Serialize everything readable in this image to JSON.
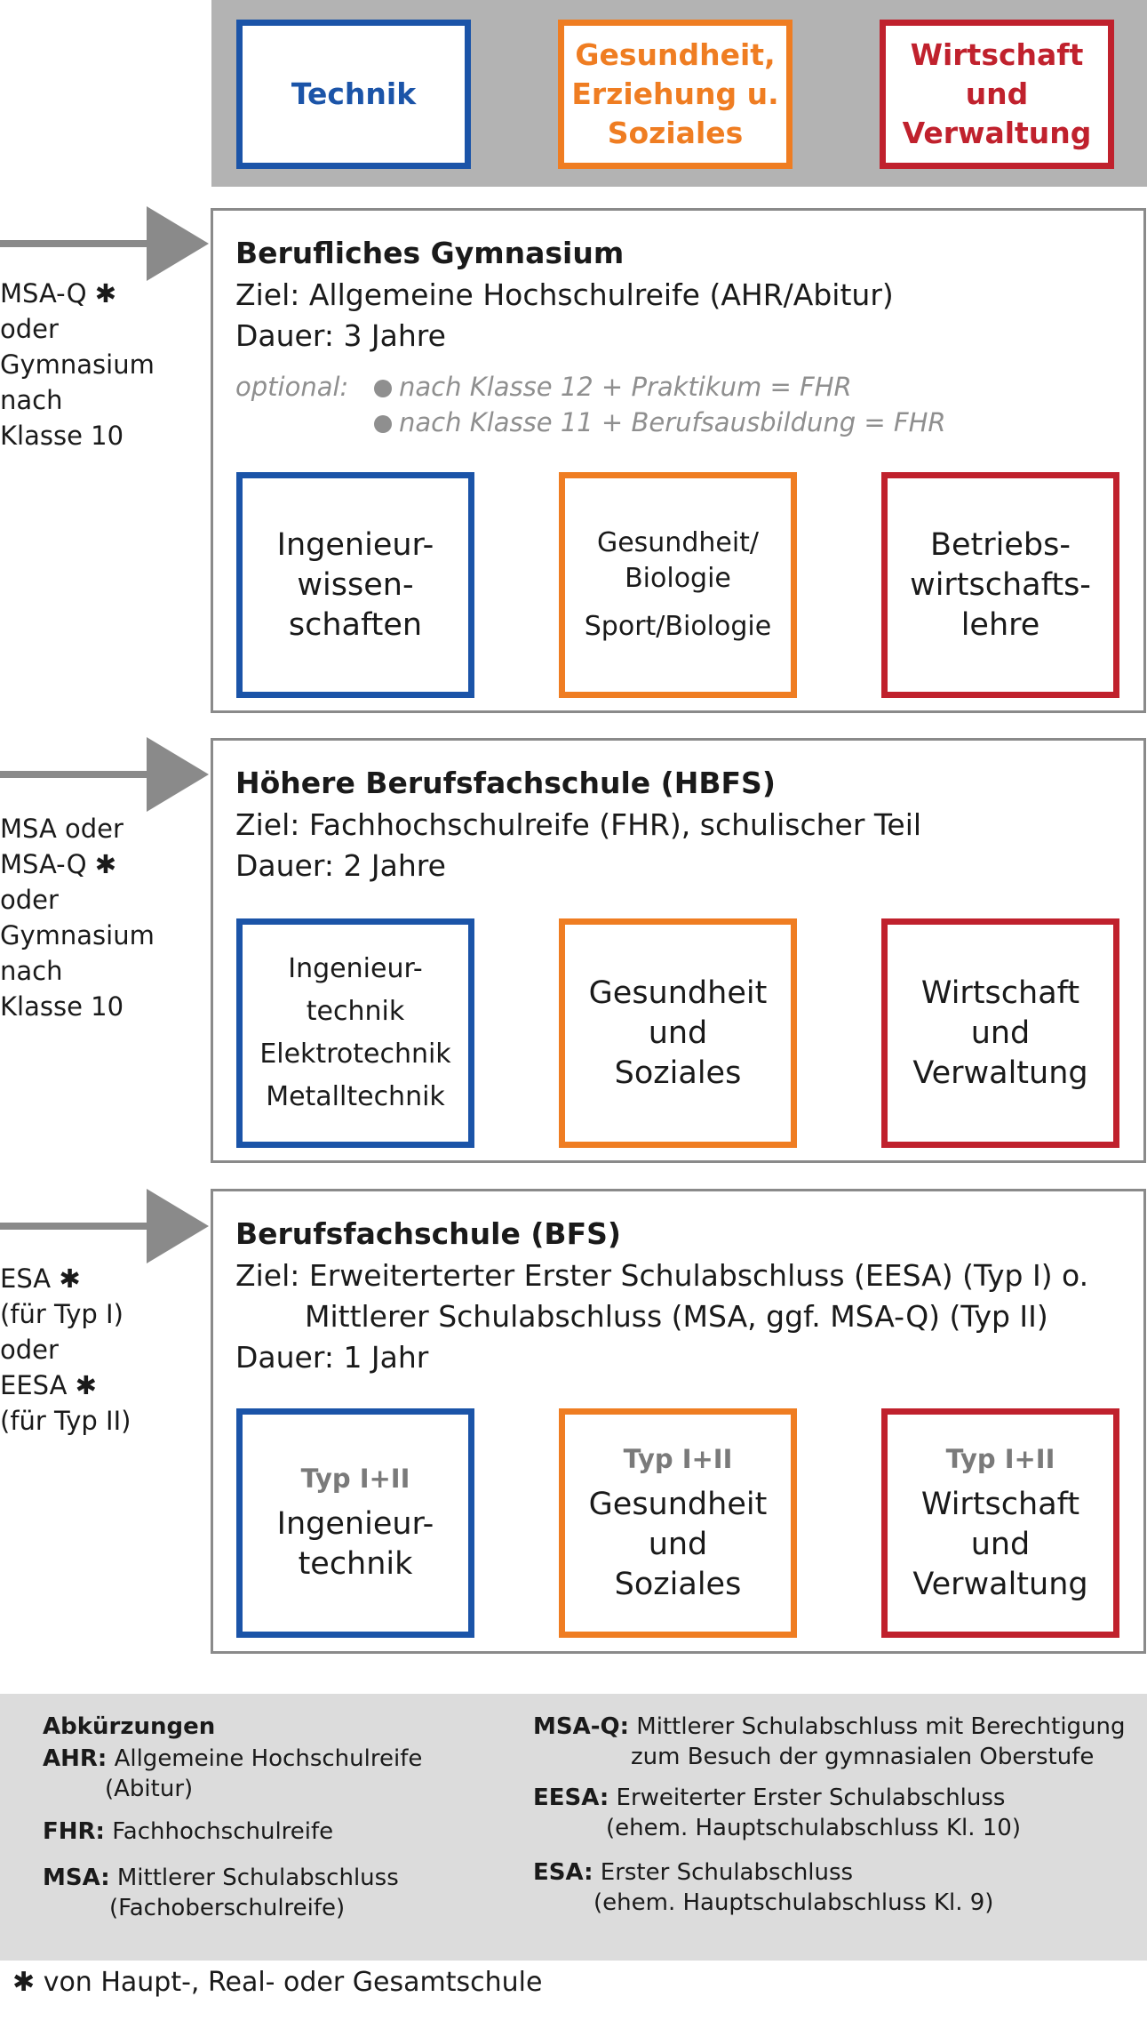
{
  "header": {
    "columns": [
      {
        "label": "Technik",
        "color": "#1b54a8"
      },
      {
        "label": "Gesundheit,\nErziehung u.\nSoziales",
        "color": "#ef7d22"
      },
      {
        "label": "Wirtschaft\nund\nVerwaltung",
        "color": "#c0212d"
      }
    ]
  },
  "sections": [
    {
      "title": "Berufliches Gymnasium",
      "goal": "Ziel: Allgemeine Hochschulreife (AHR/Abitur)",
      "duration": "Dauer: 3 Jahre",
      "optional_label": "optional:",
      "optional_items": [
        "nach Klasse 12 + Praktikum = FHR",
        "nach Klasse 11 + Berufsausbildung = FHR"
      ],
      "entry": "MSA-Q",
      "entry_rest": "oder\nGymnasium\nnach\nKlasse 10",
      "boxes": [
        {
          "text": "Ingenieur-\nwissen-\nschaften"
        },
        {
          "text": "Gesundheit/\nBiologie",
          "text2": "Sport/Biologie"
        },
        {
          "text": "Betriebs-\nwirtschafts-\nlehre"
        }
      ]
    },
    {
      "title": "Höhere Berufsfachschule (HBFS)",
      "goal": "Ziel: Fachhochschulreife (FHR), schulischer Teil",
      "duration": "Dauer: 2 Jahre",
      "entry_line1": "MSA oder",
      "entry": "MSA-Q",
      "entry_rest": "oder\nGymnasium\nnach\nKlasse 10",
      "boxes": [
        {
          "text": "Ingenieur-\ntechnik\nElektrotechnik\nMetalltechnik"
        },
        {
          "text": "Gesundheit\nund\nSoziales"
        },
        {
          "text": "Wirtschaft\nund\nVerwaltung"
        }
      ]
    },
    {
      "title": "Berufsfachschule (BFS)",
      "goal": "Ziel: Erweiterterter Erster Schulabschluss (EESA) (Typ I) o.",
      "goal2": "Mittlerer Schulabschluss (MSA, ggf. MSA-Q) (Typ II)",
      "duration": "Dauer: 1 Jahr",
      "entry_a": "ESA",
      "entry_a2": "(für Typ I)\noder",
      "entry_b": "EESA",
      "entry_b2": "(für Typ II)",
      "boxes": [
        {
          "type": "Typ I+II",
          "text": "Ingenieur-\ntechnik"
        },
        {
          "type": "Typ I+II",
          "text": "Gesundheit\nund\nSoziales"
        },
        {
          "type": "Typ I+II",
          "text": "Wirtschaft\nund\nVerwaltung"
        }
      ]
    }
  ],
  "star": "✱",
  "abbreviations": {
    "heading": "Abkürzungen",
    "left": [
      {
        "key": "AHR:",
        "value": "Allgemeine Hochschulreife",
        "cont": "(Abitur)"
      },
      {
        "key": "FHR:",
        "value": "Fachhochschulreife"
      },
      {
        "key": "MSA:",
        "value": "Mittlerer Schulabschluss",
        "cont": "(Fachoberschulreife)"
      }
    ],
    "right": [
      {
        "key": "MSA-Q:",
        "value": "Mittlerer Schulabschluss mit Berechtigung",
        "cont": "zum Besuch der gymnasialen Oberstufe"
      },
      {
        "key": "EESA:",
        "value": "Erweiterter Erster Schulabschluss",
        "cont": "(ehem. Hauptschulabschluss Kl. 10)"
      },
      {
        "key": "ESA:",
        "value": "Erster Schulabschluss",
        "cont": "(ehem. Hauptschulabschluss Kl. 9)"
      }
    ]
  },
  "footnote": "von Haupt-, Real- oder Gesamtschule"
}
